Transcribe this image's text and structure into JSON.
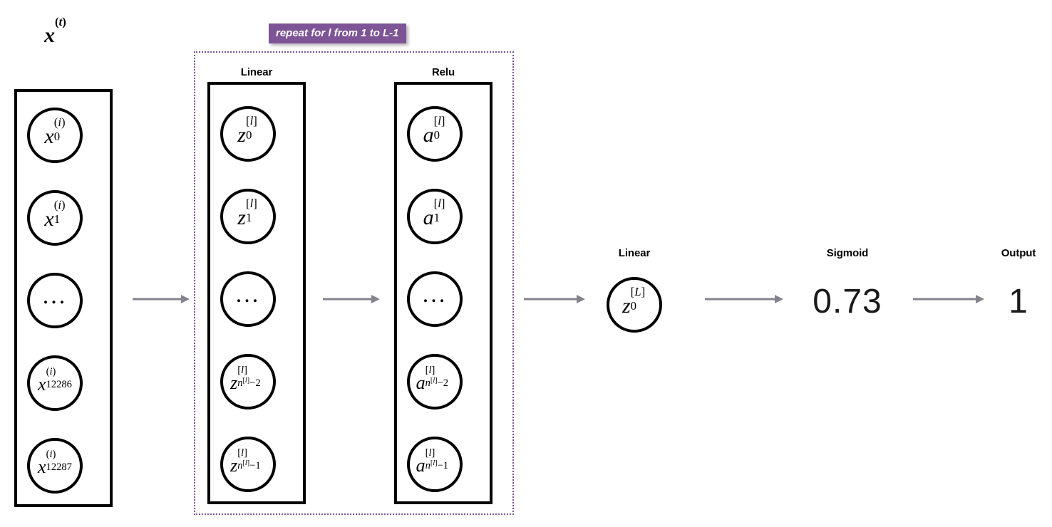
{
  "diagram": {
    "title_input": "x⁽ᵗ⁾",
    "repeat_banner": "repeat for l from 1 to L-1",
    "accent_purple": "#7d5496",
    "arrow_color": "#83838d",
    "stroke_color": "#000000"
  },
  "input_layer": {
    "label": "x(t)",
    "base": "x",
    "sup": "(i)",
    "nodes": [
      {
        "base": "x",
        "sup": "(i)",
        "sub": "0",
        "kind": "math"
      },
      {
        "base": "x",
        "sup": "(i)",
        "sub": "1",
        "kind": "math"
      },
      {
        "base": "",
        "sup": "",
        "sub": "",
        "kind": "ellipsis",
        "text": "..."
      },
      {
        "base": "x",
        "sup": "(i)",
        "sub": "12286",
        "kind": "math"
      },
      {
        "base": "x",
        "sup": "(i)",
        "sub": "12287",
        "kind": "math"
      }
    ]
  },
  "hidden_block": {
    "banner": "repeat for l from 1 to L-1",
    "columns": [
      {
        "label": "Linear",
        "nodes": [
          {
            "base": "z",
            "sup": "[l]",
            "sub": "0",
            "kind": "math"
          },
          {
            "base": "z",
            "sup": "[l]",
            "sub": "1",
            "kind": "math"
          },
          {
            "base": "",
            "sup": "",
            "sub": "",
            "kind": "ellipsis",
            "text": "..."
          },
          {
            "base": "z",
            "sup": "[l]",
            "sub": "n[l]−2",
            "sub_base": "n",
            "sub_sup": "[l]",
            "sub_tail": "−2",
            "kind": "math-nested"
          },
          {
            "base": "z",
            "sup": "[l]",
            "sub": "n[l]−1",
            "sub_base": "n",
            "sub_sup": "[l]",
            "sub_tail": "−1",
            "kind": "math-nested"
          }
        ]
      },
      {
        "label": "Relu",
        "nodes": [
          {
            "base": "a",
            "sup": "[l]",
            "sub": "0",
            "kind": "math"
          },
          {
            "base": "a",
            "sup": "[l]",
            "sub": "1",
            "kind": "math"
          },
          {
            "base": "",
            "sup": "",
            "sub": "",
            "kind": "ellipsis",
            "text": "..."
          },
          {
            "base": "a",
            "sup": "[l]",
            "sub": "n[l]−2",
            "sub_base": "n",
            "sub_sup": "[l]",
            "sub_tail": "−2",
            "kind": "math-nested"
          },
          {
            "base": "a",
            "sup": "[l]",
            "sub": "n[l]−1",
            "sub_base": "n",
            "sub_sup": "[l]",
            "sub_tail": "−1",
            "kind": "math-nested"
          }
        ]
      }
    ]
  },
  "output_chain": {
    "final_linear": {
      "label": "Linear",
      "node": {
        "base": "z",
        "sup": "[L]",
        "sub": "0"
      }
    },
    "sigmoid": {
      "label": "Sigmoid",
      "value": "0.73"
    },
    "output": {
      "label": "Output",
      "value": "1"
    }
  }
}
